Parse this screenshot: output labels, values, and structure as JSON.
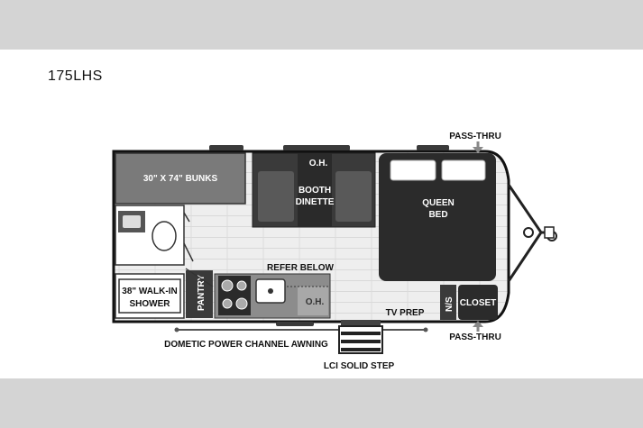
{
  "model": "175LHS",
  "labels": {
    "pass_thru_top": "PASS-THRU",
    "bunks": "30\" X 74\" BUNKS",
    "oh_booth": "O.H.",
    "booth_line1": "BOOTH",
    "booth_line2": "DINETTE",
    "queen_line1": "QUEEN",
    "queen_line2": "BED",
    "refer_below": "REFER BELOW",
    "walkin_line1": "38\" WALK-IN",
    "walkin_line2": "SHOWER",
    "pantry": "PANTRY",
    "oh_kitchen": "O.H.",
    "tv_prep": "TV PREP",
    "ns": "N/S",
    "closet": "CLOSET",
    "pass_thru_bottom": "PASS-THRU",
    "awning": "DOMETIC POWER CHANNEL AWNING",
    "step": "LCI SOLID STEP"
  },
  "colors": {
    "band": "#d4d4d4",
    "dark": "#2b2b2b",
    "mid_gray": "#8a8a8a",
    "light_gray": "#c8c8c8",
    "floor": "#ececec"
  }
}
